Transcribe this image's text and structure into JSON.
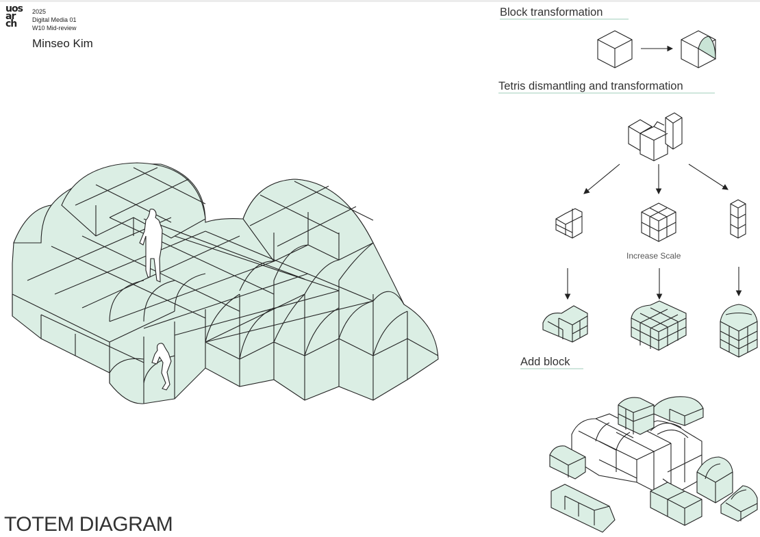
{
  "header": {
    "logo_lines": [
      "uos",
      "ar",
      "ch"
    ],
    "year": "2025",
    "course": "Digital Media 01",
    "review": "W10 Mid-review",
    "author": "Minseo Kim"
  },
  "sections": {
    "block_transformation": "Block transformation",
    "tetris": "Tetris dismantling and transformation",
    "increase_scale": "Increase Scale",
    "add_block": "Add block"
  },
  "main_title": "TOTEM DIAGRAM",
  "colors": {
    "accent_green": "#dbeee4",
    "line": "#222222",
    "underline": "#cfe6dc"
  },
  "icons": [
    "person-standing-icon",
    "person-sitting-icon",
    "arrow-right-icon",
    "arrow-down-icon"
  ]
}
